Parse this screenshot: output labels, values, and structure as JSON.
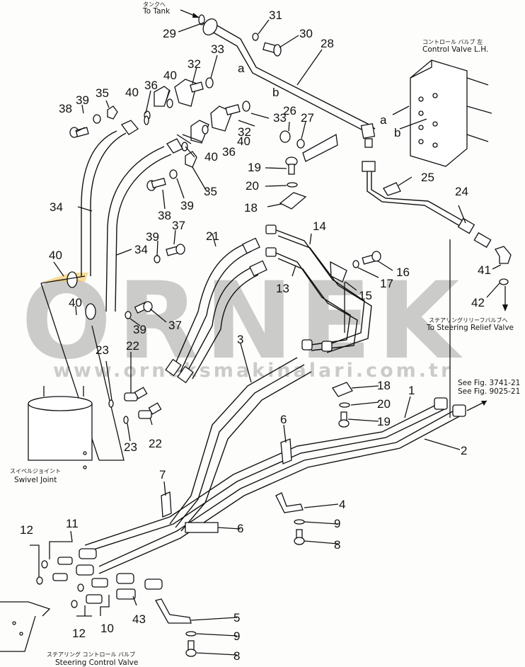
{
  "diagram": {
    "title": "Steering hydraulic piping parts diagram",
    "watermark": {
      "brand": "ORNEK",
      "url": "www.orneksmakinalari.com.tr",
      "accent_color": "#f2c04a",
      "watermark_color": "#a3a3a3"
    },
    "callouts": {
      "to_tank_jp": "タンクへ",
      "to_tank": "To Tank",
      "control_valve_jp": "コントロール バルブ 左",
      "control_valve": "Control Valve L.H.",
      "relief_valve_jp": "ステアリングリリーフバルブへ",
      "relief_valve": "To Steering Relief Valve",
      "see_fig_1": "See Fig. 3741-21",
      "see_fig_2": "See Fig. 9025-21",
      "swivel_joint_jp": "スイベルジョイント",
      "swivel_joint": "Swivel Joint",
      "steering_valve_jp": "ステアリング コントロール バルブ",
      "steering_valve": "Steering Control Valve",
      "port_a": "a",
      "port_b": "b"
    },
    "part_numbers": [
      "1",
      "2",
      "3",
      "4",
      "5",
      "6",
      "7",
      "8",
      "9",
      "10",
      "11",
      "12",
      "13",
      "14",
      "15",
      "16",
      "17",
      "18",
      "19",
      "20",
      "21",
      "22",
      "23",
      "24",
      "25",
      "26",
      "27",
      "28",
      "29",
      "30",
      "31",
      "32",
      "33",
      "34",
      "35",
      "36",
      "37",
      "38",
      "39",
      "40",
      "41",
      "42",
      "43"
    ]
  }
}
